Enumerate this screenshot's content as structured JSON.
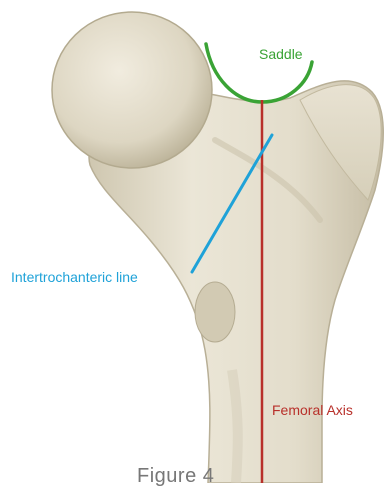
{
  "labels": {
    "saddle": "Saddle",
    "intertrochanteric_line": "Intertrochanteric line",
    "femoral_axis": "Femoral Axis"
  },
  "caption": "Figure 4",
  "colors": {
    "saddle": "#3aa335",
    "intertrochanteric_line": "#1fa2d8",
    "femoral_axis": "#b8302a",
    "bone": "#e6e0cf",
    "bone_shade": "#c9c1ab",
    "caption": "#777777"
  }
}
